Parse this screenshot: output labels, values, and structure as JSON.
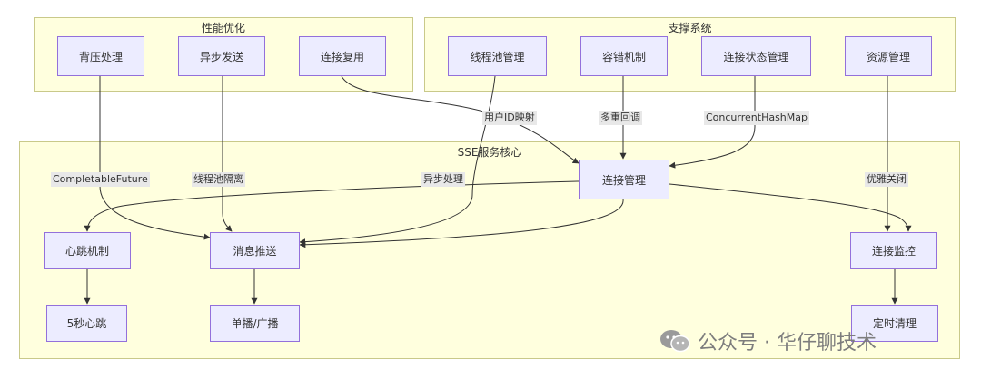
{
  "clusters": {
    "perf": "性能优化",
    "support": "支撑系统",
    "core": "SSE服务核心"
  },
  "nodes": {
    "backpressure": "背压处理",
    "async_send": "异步发送",
    "conn_reuse": "连接复用",
    "thread_pool": "线程池管理",
    "fault_tolerance": "容错机制",
    "conn_state": "连接状态管理",
    "resource": "资源管理",
    "conn_mgmt": "连接管理",
    "heartbeat": "心跳机制",
    "msg_push": "消息推送",
    "conn_monitor": "连接监控",
    "hb_5s": "5秒心跳",
    "unicast": "单播/广播",
    "timed_cleanup": "定时清理"
  },
  "edges": {
    "user_id_map": "用户ID映射",
    "multi_callback": "多重回调",
    "concurrent_map": "ConcurrentHashMap",
    "completable_future": "CompletableFuture",
    "thread_isolation": "线程池隔离",
    "async_process": "异步处理",
    "graceful_close": "优雅关闭"
  },
  "watermark": {
    "text": "公众号 · 华仔聊技术"
  }
}
